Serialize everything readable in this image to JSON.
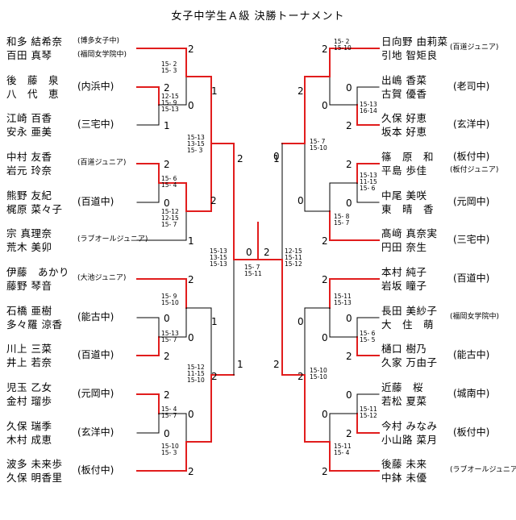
{
  "title": "女子中学生Ａ級 決勝トーナメント",
  "colors": {
    "line": "#000000",
    "winner": "#e11d1d"
  },
  "left_entries": [
    {
      "p1": "和多 結希奈",
      "p2": "百田 真琴",
      "club": "(博多女子中)",
      "club2": "(福岡女学院中)",
      "clubSize": "small"
    },
    {
      "p1": "後　藤　泉",
      "p2": "八　代　恵",
      "club": "(内浜中)"
    },
    {
      "p1": "江崎 百香",
      "p2": "安永 亜美",
      "club": "(三宅中)"
    },
    {
      "p1": "中村 友香",
      "p2": "岩元 玲奈",
      "club": "(百道ジュニア)",
      "clubSize": "small"
    },
    {
      "p1": "熊野 友紀",
      "p2": "梶原 菜々子",
      "club": "(百道中)"
    },
    {
      "p1": "宗 真理奈",
      "p2": "荒木 美卯",
      "club": "(ラブオールジュニア)",
      "clubSize": "small"
    },
    {
      "p1": "伊藤　あかり",
      "p2": "藤野 琴音",
      "club": "(大池ジュニア)",
      "clubSize": "small"
    },
    {
      "p1": "石橋 亜樹",
      "p2": "多々羅 涼香",
      "club": "(能古中)"
    },
    {
      "p1": "川上 三菜",
      "p2": "井上 若奈",
      "club": "(百道中)"
    },
    {
      "p1": "児玉 乙女",
      "p2": "金村 瑠歩",
      "club": "(元岡中)"
    },
    {
      "p1": "久保 瑞季",
      "p2": "木村 成恵",
      "club": "(玄洋中)"
    },
    {
      "p1": "波多 未来歩",
      "p2": "久保 明香里",
      "club": "(板付中)"
    }
  ],
  "right_entries": [
    {
      "p1": "日向野 由莉菜",
      "p2": "引地 智矩良",
      "club": "(百道ジュニア)",
      "clubSize": "small"
    },
    {
      "p1": "出嶋 香菜",
      "p2": "古賀 優香",
      "club": "(老司中)"
    },
    {
      "p1": "久保 好恵",
      "p2": "坂本 好恵",
      "club": "(玄洋中)"
    },
    {
      "p1": "篠　原　和",
      "p2": "平島 歩佳",
      "club": "(板付中)",
      "club2": "(板付ジュニア)"
    },
    {
      "p1": "中尾 美咲",
      "p2": "東　晴　香",
      "club": "(元岡中)"
    },
    {
      "p1": "髙﨑 真奈実",
      "p2": "円田 奈生",
      "club": "(三宅中)"
    },
    {
      "p1": "本村 純子",
      "p2": "岩坂 瞳子",
      "club": "(百道中)"
    },
    {
      "p1": "長田 美紗子",
      "p2": "大　住　萌",
      "club": "(福岡女学院中)",
      "clubSize": "small"
    },
    {
      "p1": "樋口 樹乃",
      "p2": "久家 万由子",
      "club": "(能古中)"
    },
    {
      "p1": "近藤　桜",
      "p2": "若松 夏菜",
      "club": "(城南中)"
    },
    {
      "p1": "今村 みなみ",
      "p2": "小山路 菜月",
      "club": "(板付中)"
    },
    {
      "p1": "後藤 未来",
      "p2": "中鉢 未優",
      "club": "(ラブオールジュニア)",
      "clubSize": "small"
    }
  ],
  "left_matches": [
    {
      "w": [
        2,
        0
      ],
      "sets": [
        "15- 2",
        "15- 3"
      ]
    },
    {
      "w": [
        2,
        0
      ],
      "sets": [
        "12-15",
        "15- 9",
        "15-13"
      ]
    },
    {
      "w": [
        2,
        1
      ],
      "sets": [
        "",
        ""
      ]
    },
    {
      "w": [
        2,
        0
      ],
      "sets": [
        "15- 6",
        "15- 4"
      ]
    },
    {
      "w": [
        0,
        2
      ],
      "sets": [
        "15-12",
        "12-15",
        "15- 7"
      ]
    },
    {
      "w": [
        2,
        1
      ],
      "sets": [
        "15-13",
        "13-15",
        "15- 3"
      ]
    },
    {
      "w": [
        2,
        0
      ],
      "sets": [
        "15- 9",
        "15-10"
      ]
    },
    {
      "w": [
        0,
        2
      ],
      "sets": [
        "15-13",
        "15- 7"
      ]
    },
    {
      "w": [
        2,
        0
      ],
      "sets": [
        "15- 4",
        "15- 7"
      ]
    },
    {
      "w": [
        0,
        2
      ],
      "sets": [
        "15-10",
        "15- 3"
      ]
    },
    {
      "w": [
        1,
        2
      ],
      "sets": [
        "15-12",
        "11-15",
        "15-10"
      ]
    }
  ],
  "right_matches": [
    {
      "w": [
        2,
        0
      ],
      "sets": [
        "15- 2",
        "15-10"
      ]
    },
    {
      "w": [
        0,
        2
      ],
      "sets": [
        "15-13",
        "16-14"
      ]
    },
    {
      "w": [
        2,
        0
      ],
      "sets": [
        "15- 7",
        "15-10"
      ]
    },
    {
      "w": [
        2,
        0
      ],
      "sets": [
        "15-13",
        "11-15",
        "15- 6"
      ]
    },
    {
      "w": [
        0,
        2
      ],
      "sets": [
        "15- 8",
        "15- 7"
      ]
    },
    {
      "w": [
        2,
        0
      ],
      "sets": [
        "15-11",
        "15-13"
      ]
    },
    {
      "w": [
        0,
        2
      ],
      "sets": [
        "15- 6",
        "15- 5"
      ]
    },
    {
      "w": [
        0,
        2
      ],
      "sets": [
        "15-11",
        "15-12"
      ]
    },
    {
      "w": [
        2,
        0
      ],
      "sets": [
        "15-11",
        "15- 4"
      ]
    },
    {
      "w": [
        0,
        2
      ],
      "sets": [
        "15-10",
        "15-10"
      ]
    },
    {
      "w": [
        1,
        2
      ],
      "sets": [
        "12-15",
        "15-11",
        "15-12"
      ]
    }
  ],
  "semifinals": {
    "left": {
      "w": [
        2,
        1
      ],
      "sets": [
        "15-13",
        "13-15",
        "15-13"
      ]
    },
    "right": {
      "w": [
        2,
        1
      ],
      "sets": [
        "12-15",
        "15-11",
        "15-12"
      ]
    }
  },
  "final": {
    "w": [
      0,
      2
    ],
    "sets": [
      "15- 7",
      "15-11"
    ]
  }
}
